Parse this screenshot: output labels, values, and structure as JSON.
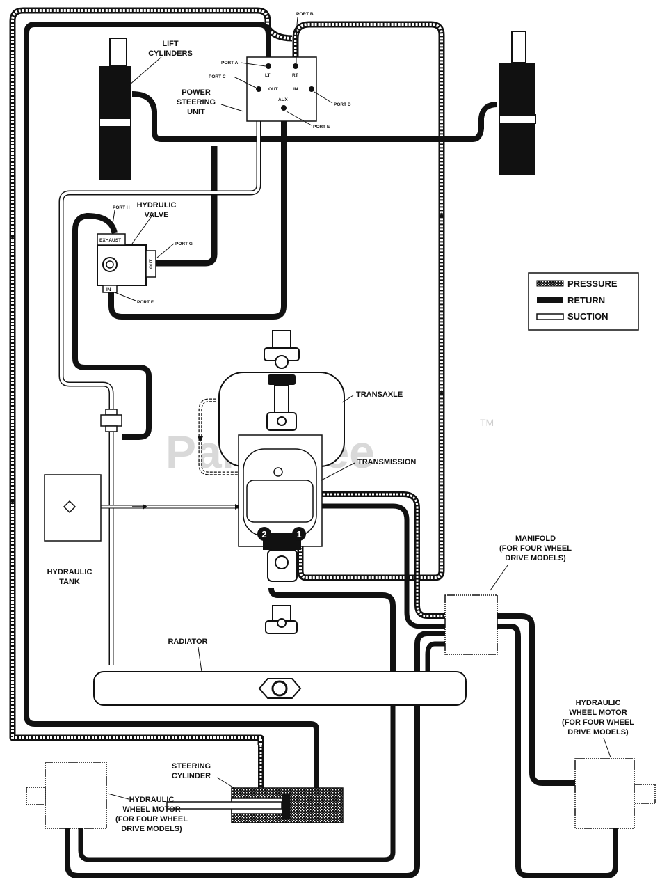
{
  "labels": {
    "lift_cylinders": [
      "LIFT",
      "CYLINDERS"
    ],
    "power_steering": [
      "POWER",
      "STEERING",
      "UNIT"
    ],
    "port_a": "PORT A",
    "port_b": "PORT B",
    "port_c": "PORT C",
    "port_d": "PORT D",
    "port_e": "PORT E",
    "port_f": "PORT F",
    "port_g": "PORT G",
    "port_h": "PORT H",
    "lt": "LT",
    "rt": "RT",
    "out_c": "OUT",
    "in_d": "IN",
    "aux": "AUX",
    "hydraulic_valve": [
      "HYDRULIC",
      "VALVE"
    ],
    "exhaust": "EXHAUST",
    "valve_out": "OUT",
    "valve_in": "IN",
    "transaxle": "TRANSAXLE",
    "transmission": "TRANSMISSION",
    "hydraulic_tank": [
      "HYDRAULIC",
      "TANK"
    ],
    "radiator": "RADIATOR",
    "manifold": [
      "MANIFOLD",
      "(FOR FOUR WHEEL",
      "DRIVE MODELS)"
    ],
    "wheel_motor_right": [
      "HYDRAULIC",
      "WHEEL MOTOR",
      "(FOR FOUR WHEEL",
      "DRIVE MODELS)"
    ],
    "steering_cylinder": [
      "STEERING",
      "CYLINDER"
    ],
    "wheel_motor_left": [
      "HYDRAULIC",
      "WHEEL MOTOR",
      "(FOR FOUR WHEEL",
      "DRIVE MODELS)"
    ],
    "port_1": "1",
    "port_2": "2"
  },
  "legend": {
    "items": [
      {
        "label": "PRESSURE",
        "style": "pressure"
      },
      {
        "label": "RETURN",
        "style": "return"
      },
      {
        "label": "SUCTION",
        "style": "suction"
      }
    ]
  },
  "watermark": {
    "text": "PartsTree",
    "tm": "TM"
  },
  "colors": {
    "line": "#111111",
    "watermark": "#d9d9d9",
    "background": "#ffffff"
  }
}
